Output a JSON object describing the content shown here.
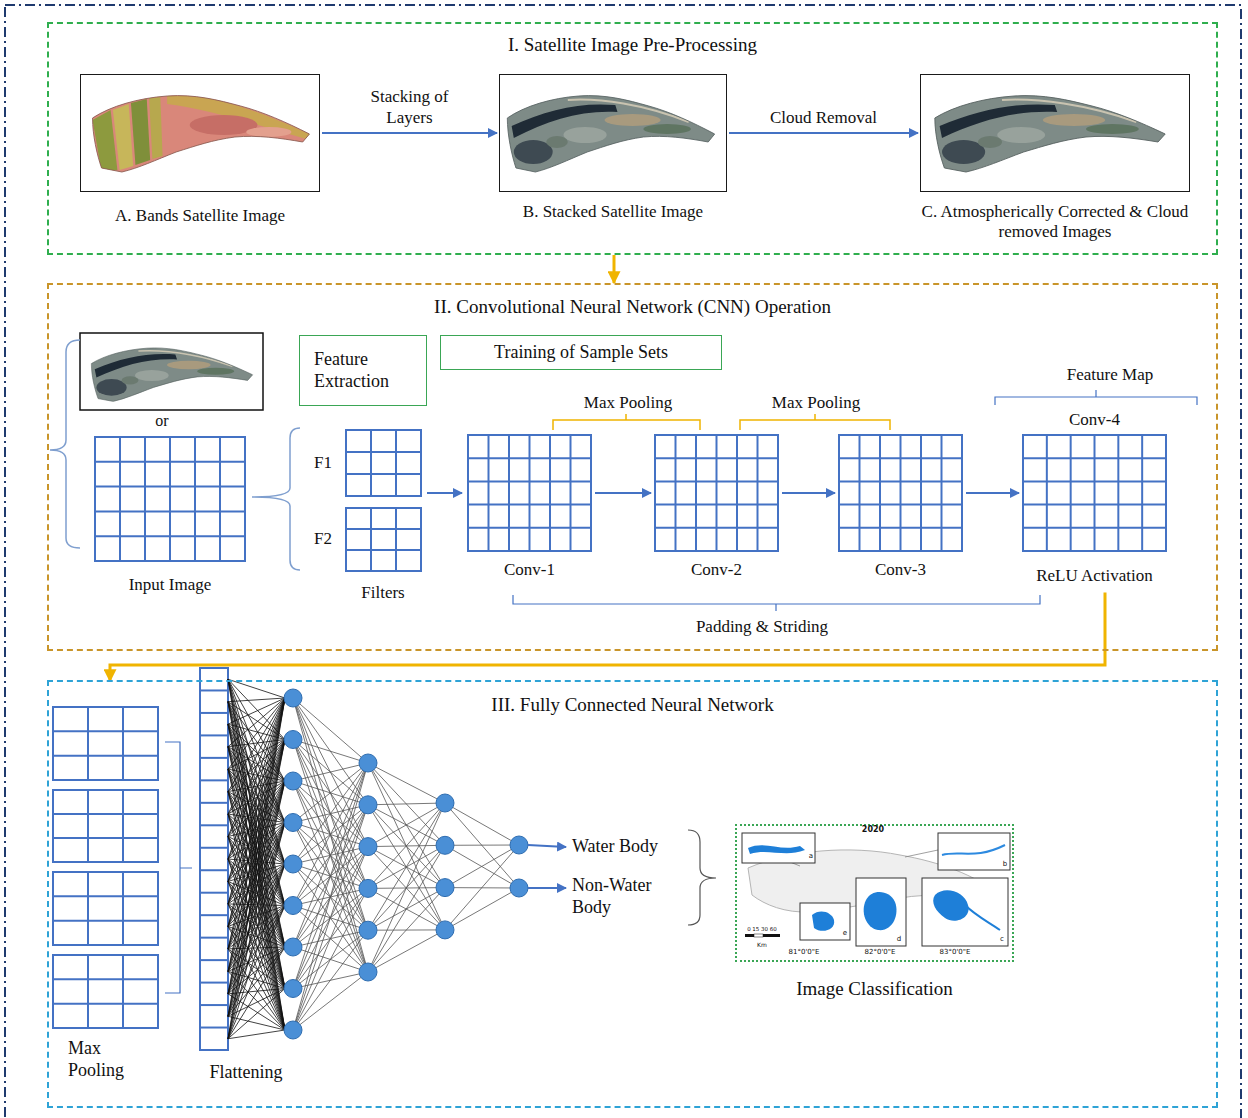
{
  "diagram": {
    "nodes": [
      {
        "text": [
          "I. Satellite Image Pre-Processing"
        ]
      },
      {
        "text": [
          "A. Bands Satellite Image"
        ],
        "in": 0
      },
      {
        "text": [
          "B. Stacked Satellite Image"
        ],
        "in": 0
      },
      {
        "text": [
          "C. Atmospherically Corrected & Cloud removed Images"
        ],
        "in": 0
      },
      {
        "text": [
          "II. Convolutional Neural Network (CNN) Operation"
        ]
      },
      {
        "text": [
          "Feature Extraction"
        ],
        "in": 4
      },
      {
        "text": [
          "Training of Sample Sets"
        ],
        "in": 4
      },
      {
        "text": [
          "Input Image"
        ],
        "in": 4
      },
      {
        "text": [
          "F1"
        ],
        "in": 4
      },
      {
        "text": [
          "F2"
        ],
        "in": 4
      },
      {
        "text": [
          "Conv-1"
        ],
        "in": 4
      },
      {
        "text": [
          "Conv-2"
        ],
        "in": 4
      },
      {
        "text": [
          "Conv-3"
        ],
        "in": 4
      },
      {
        "text": [
          "Conv-4",
          "ReLU Activation"
        ],
        "in": 4
      },
      {
        "text": [
          "III. Fully Connected Neural Network"
        ]
      },
      {
        "text": [
          "Image Classification"
        ],
        "in": 14
      }
    ],
    "edges": [
      {
        "from": 1,
        "to": 2,
        "arrow": "to",
        "label": "Stacking of Layers"
      },
      {
        "from": 2,
        "to": 3,
        "arrow": "to",
        "label": "Cloud Removal"
      },
      {
        "from": 0,
        "to": 4,
        "arrow": "to"
      },
      {
        "from": 8,
        "to": 10,
        "arrow": "to"
      },
      {
        "from": 10,
        "to": 11,
        "arrow": "to"
      },
      {
        "from": 11,
        "to": 12,
        "arrow": "to"
      },
      {
        "from": 12,
        "to": 13,
        "arrow": "to"
      },
      {
        "from": 13,
        "to": 14,
        "arrow": "to"
      }
    ],
    "labels": [
      "or",
      "Filters",
      "Max Pooling",
      "Max Pooling",
      "Feature Map",
      "Padding & Striding",
      "Max Pooling",
      "Flattening",
      "Water Body",
      "Non-Water Body",
      "2020",
      "a",
      "b",
      "c",
      "d",
      "e",
      "0 15 30 60",
      "Km",
      "81°0'0\"E",
      "82°0'0\"E",
      "83°0'0\"E"
    ]
  }
}
